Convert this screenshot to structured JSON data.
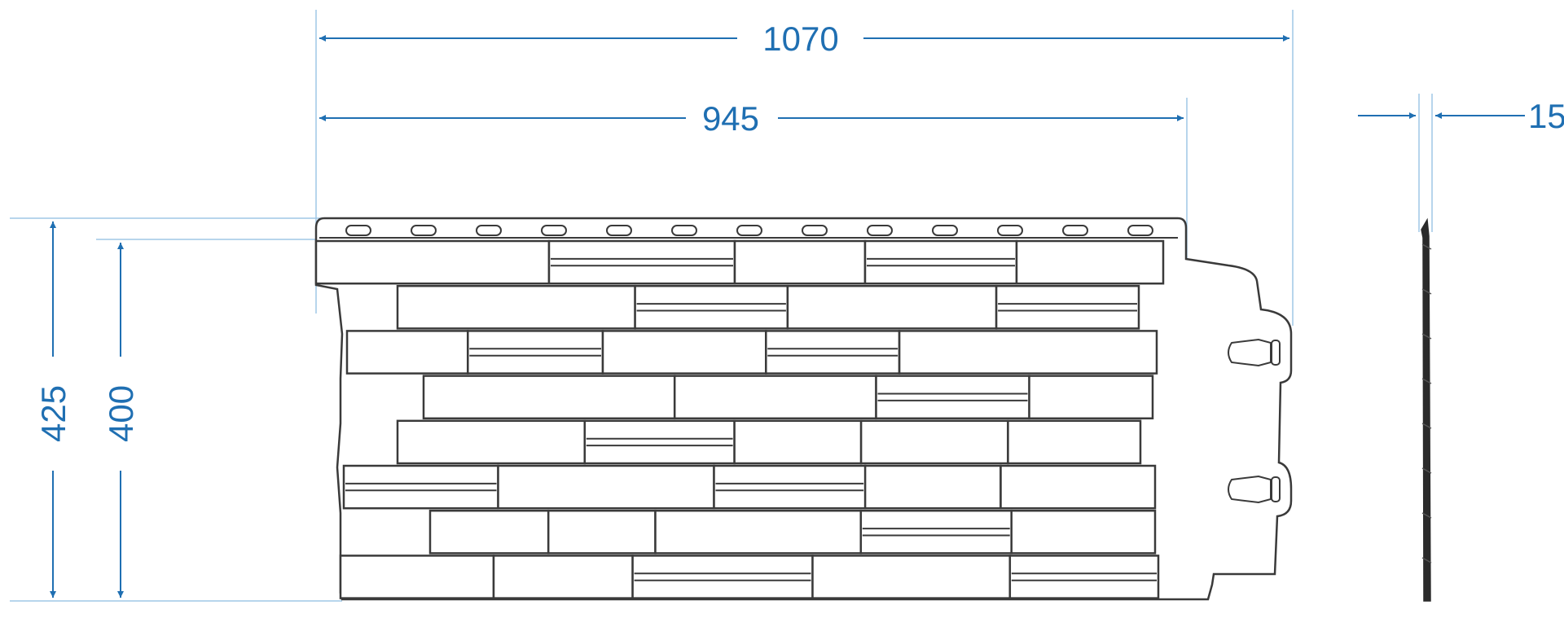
{
  "dimensions": {
    "total_width": "1070",
    "usable_width": "945",
    "thickness": "15",
    "total_height": "425",
    "usable_height": "400"
  },
  "colors": {
    "dimension_line": "#1f6fb2",
    "extension_line": "#9fc7e6",
    "panel_stroke": "#3a3a3a",
    "panel_fill": "#ffffff"
  },
  "panel": {
    "rows": [
      {
        "offset": 0,
        "width": 1040,
        "stones": [
          {
            "w": 286,
            "s": 0
          },
          {
            "w": 228,
            "s": 1
          },
          {
            "w": 160,
            "s": 0
          },
          {
            "w": 186,
            "s": 1
          },
          {
            "w": 180,
            "s": 0
          }
        ]
      },
      {
        "offset": 100,
        "width": 1010,
        "stones": [
          {
            "w": 330,
            "s": 0
          },
          {
            "w": 212,
            "s": 1
          },
          {
            "w": 290,
            "s": 0
          },
          {
            "w": 198,
            "s": 1
          }
        ]
      },
      {
        "offset": 38,
        "width": 1032,
        "stones": [
          {
            "w": 154,
            "s": 0
          },
          {
            "w": 172,
            "s": 1
          },
          {
            "w": 208,
            "s": 0
          },
          {
            "w": 170,
            "s": 1
          },
          {
            "w": 328,
            "s": 0
          }
        ]
      },
      {
        "offset": 132,
        "width": 1027,
        "stones": [
          {
            "w": 354,
            "s": 0
          },
          {
            "w": 284,
            "s": 0
          },
          {
            "w": 216,
            "s": 1
          },
          {
            "w": 174,
            "s": 0
          }
        ]
      },
      {
        "offset": 100,
        "width": 1012,
        "stones": [
          {
            "w": 260,
            "s": 0
          },
          {
            "w": 208,
            "s": 1
          },
          {
            "w": 176,
            "s": 0
          },
          {
            "w": 204,
            "s": 0
          },
          {
            "w": 184,
            "s": 0
          }
        ]
      },
      {
        "offset": 34,
        "width": 1030,
        "stones": [
          {
            "w": 196,
            "s": 1
          },
          {
            "w": 274,
            "s": 0
          },
          {
            "w": 192,
            "s": 1
          },
          {
            "w": 172,
            "s": 0
          },
          {
            "w": 196,
            "s": 0
          }
        ]
      },
      {
        "offset": 140,
        "width": 1030,
        "stones": [
          {
            "w": 168,
            "s": 0
          },
          {
            "w": 152,
            "s": 0
          },
          {
            "w": 292,
            "s": 0
          },
          {
            "w": 214,
            "s": 1
          },
          {
            "w": 204,
            "s": 0
          }
        ]
      },
      {
        "offset": 30,
        "width": 1034,
        "stones": [
          {
            "w": 194,
            "s": 0
          },
          {
            "w": 176,
            "s": 0
          },
          {
            "w": 228,
            "s": 1
          },
          {
            "w": 250,
            "s": 0
          },
          {
            "w": 188,
            "s": 1
          }
        ]
      }
    ],
    "nail_slot_count": 13,
    "side_joint_count": 2
  }
}
